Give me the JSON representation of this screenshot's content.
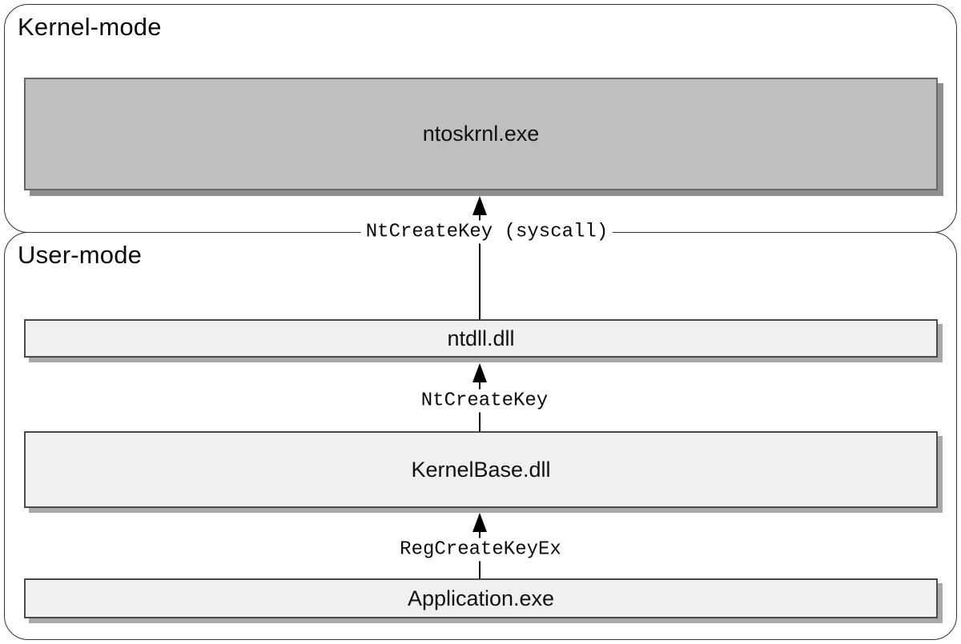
{
  "regions": {
    "kernel": {
      "label": "Kernel-mode",
      "boxes": [
        {
          "id": "ntoskrnl",
          "label": "ntoskrnl.exe"
        }
      ]
    },
    "user": {
      "label": "User-mode",
      "boxes": [
        {
          "id": "ntdll",
          "label": "ntdll.dll"
        },
        {
          "id": "kernelbase",
          "label": "KernelBase.dll"
        },
        {
          "id": "application",
          "label": "Application.exe"
        }
      ]
    }
  },
  "arrows": [
    {
      "id": "syscall",
      "label": "NtCreateKey (syscall)",
      "from": "ntdll.dll",
      "to": "ntoskrnl.exe",
      "direction": "up"
    },
    {
      "id": "ntcreatekey",
      "label": "NtCreateKey",
      "from": "KernelBase.dll",
      "to": "ntdll.dll",
      "direction": "up"
    },
    {
      "id": "regcreatekeyex",
      "label": "RegCreateKeyEx",
      "from": "Application.exe",
      "to": "KernelBase.dll",
      "direction": "up"
    }
  ],
  "colors": {
    "background": "#ffffff",
    "region_border": "#333333",
    "kernel_box_fill": "#bfbfbf",
    "kernel_box_border": "#666666",
    "kernel_box_shadow": "#8f8f8f",
    "user_box_fill": "#f0f0f0",
    "user_box_border": "#4a4a4a",
    "user_box_shadow": "#a9a9a9",
    "arrow_color": "#000000",
    "text_color": "#0a0a0a"
  }
}
